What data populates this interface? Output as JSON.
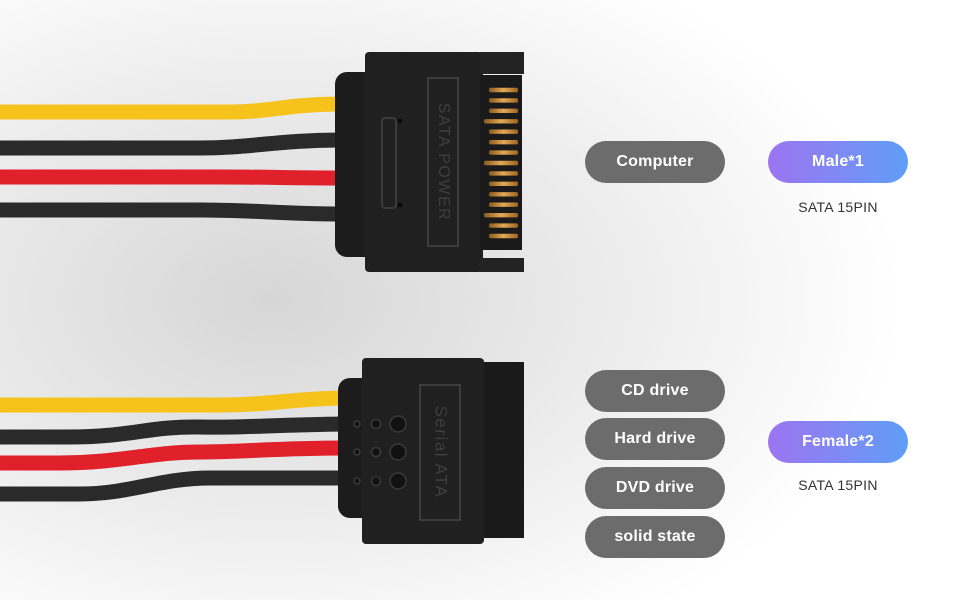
{
  "colors": {
    "pill_gray": "#6c6c6c",
    "pill_gradient_start": "#9c74f2",
    "pill_gradient_end": "#5e9ef7",
    "wire_yellow": "#f5c31b",
    "wire_black": "#2a2a2a",
    "wire_red": "#e0212b",
    "connector_body": "#1e1e1e"
  },
  "male_connector": {
    "label": "SATA POWER",
    "pin_count": 15
  },
  "female_connector": {
    "label": "Serial ATA"
  },
  "male_group": {
    "devices": [
      "Computer"
    ],
    "badge": "Male*1",
    "spec": "SATA 15PIN"
  },
  "female_group": {
    "devices": [
      "CD drive",
      "Hard drive",
      "DVD drive",
      "solid state"
    ],
    "badge": "Female*2",
    "spec": "SATA 15PIN"
  }
}
